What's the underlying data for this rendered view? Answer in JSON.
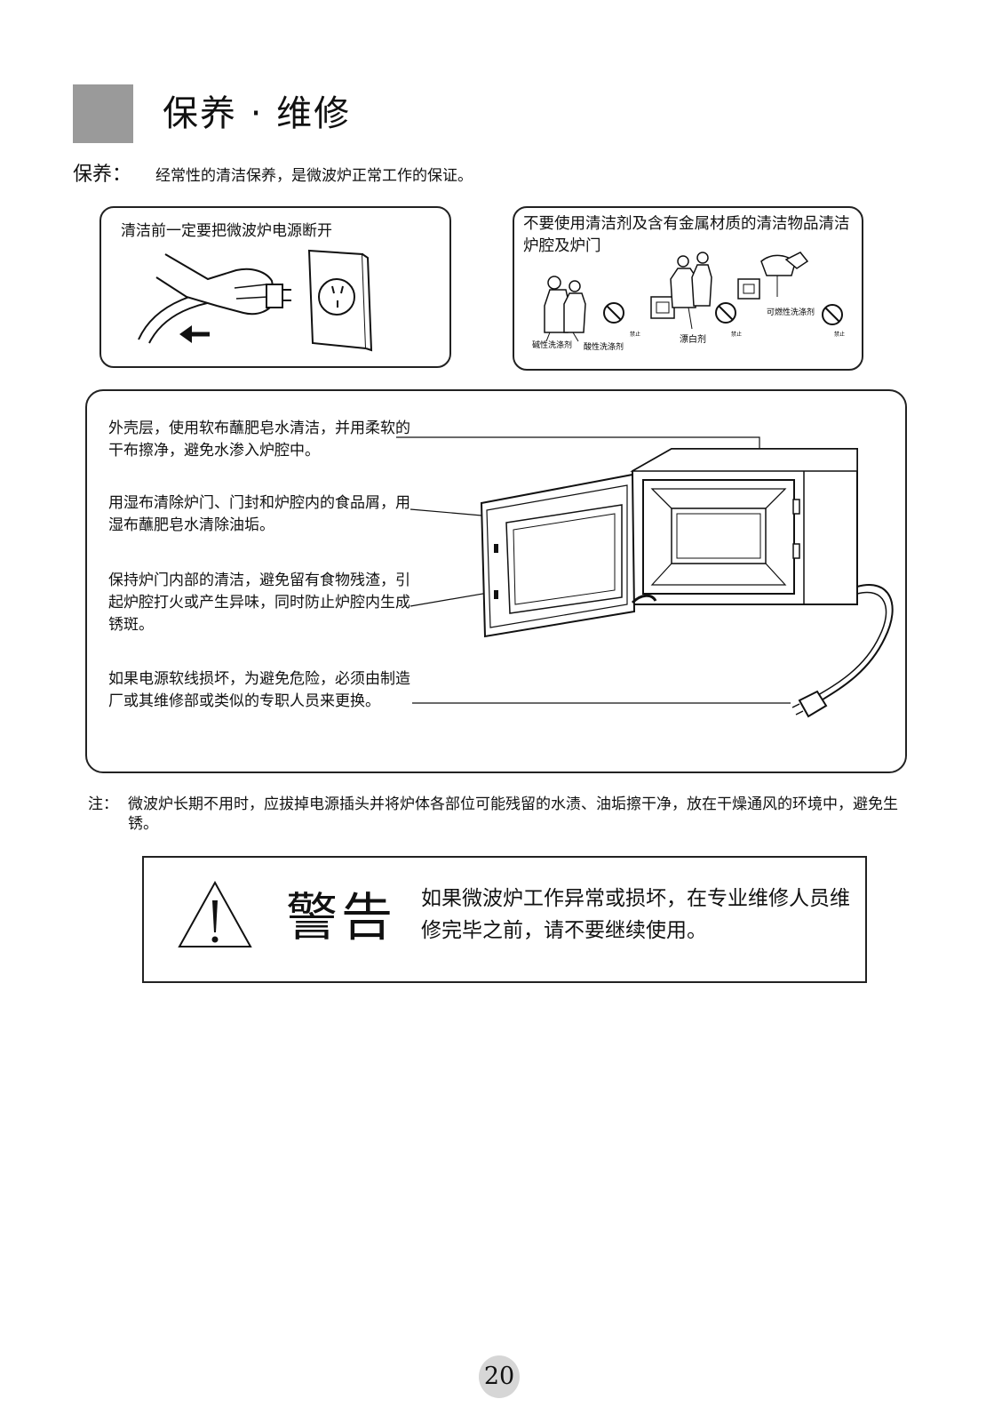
{
  "title": {
    "main": "保养 · 维修"
  },
  "maintenance": {
    "label": "保养：",
    "text": "经常性的清洁保养，是微波炉正常工作的保证。"
  },
  "tip_unplug": {
    "text": "清洁前一定要把微波炉电源断开"
  },
  "tip_no_detergent": {
    "text": "不要使用清洁剂及含有金属材质的清洁物品清洁炉腔及炉门",
    "labels": {
      "alkaline": "碱性洗涤剂",
      "acidic": "酸性洗涤剂",
      "bleach": "漂白剂",
      "flammable": "可燃性洗涤剂",
      "forbidden": "禁止"
    }
  },
  "diagram_notes": [
    "外壳层，使用软布蘸肥皂水清洁，并用柔软的干布擦净，避免水渗入炉腔中。",
    "用湿布清除炉门、门封和炉腔内的食品屑，用湿布蘸肥皂水清除油垢。",
    "保持炉门内部的清洁，避免留有食物残渣，引起炉腔打火或产生异味，同时防止炉腔内生成锈斑。",
    "如果电源软线损坏，为避免危险，必须由制造厂或其维修部或类似的专职人员来更换。"
  ],
  "footnote": {
    "label": "注：",
    "text": "微波炉长期不用时，应拔掉电源插头并将炉体各部位可能残留的水渍、油垢擦干净，放在干燥通风的环境中，避免生锈。"
  },
  "warning": {
    "title": "警告",
    "text": "如果微波炉工作异常或损坏，在专业维修人员维修完毕之前，请不要继续使用。"
  },
  "page_number": "20"
}
